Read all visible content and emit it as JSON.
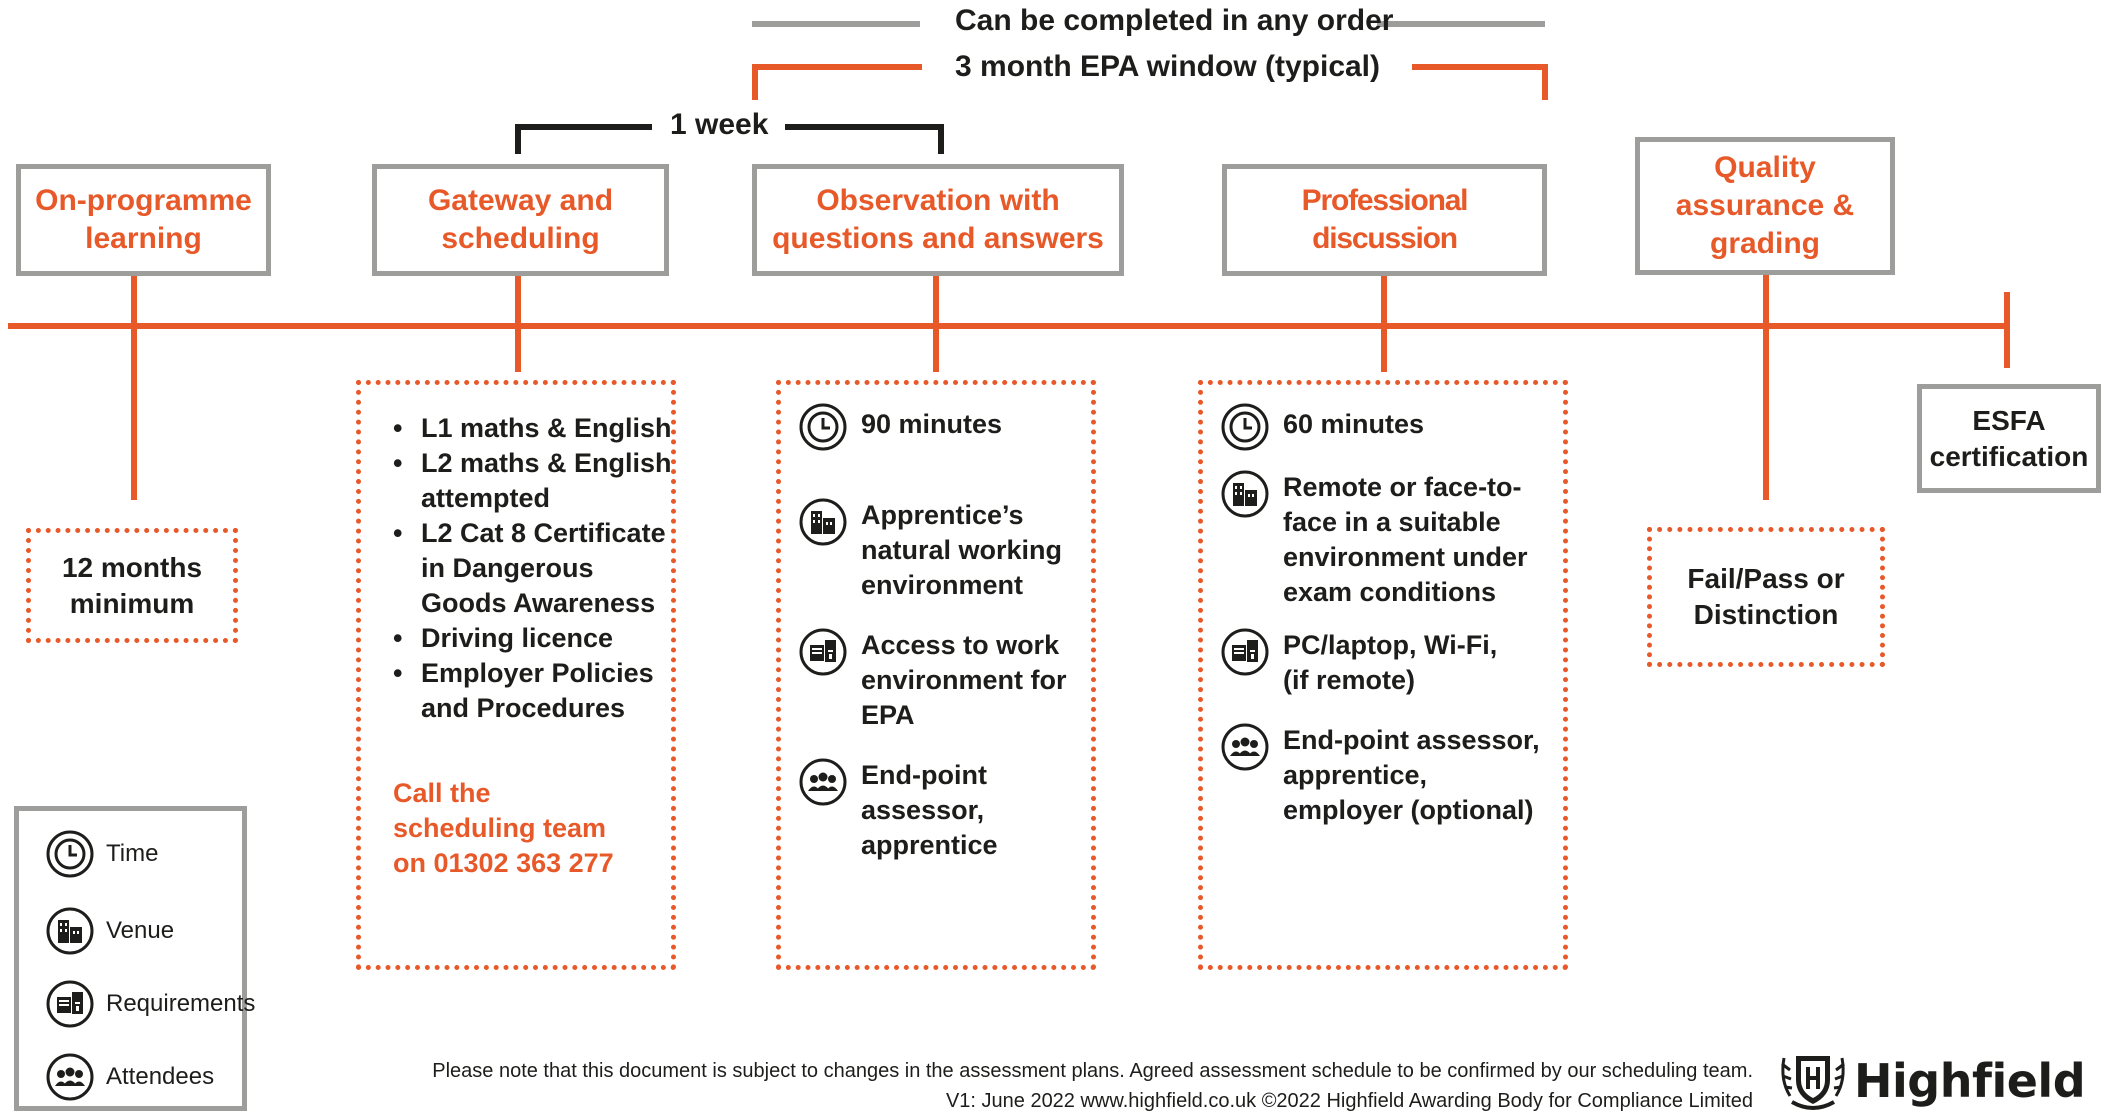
{
  "header": {
    "any_order": "Can be completed in any order",
    "epa_window": "3 month EPA window (typical)",
    "one_week": "1 week"
  },
  "stages": {
    "on_programme": "On-programme learning",
    "gateway": "Gateway and scheduling",
    "observation": "Observation with questions and answers",
    "discussion": "Professional discussion",
    "quality": "Quality assurance & grading",
    "esfa": "ESFA certification"
  },
  "on_programme_note": "12 months minimum",
  "gateway_box": {
    "bullets": [
      "L1 maths & English",
      "L2 maths & English attempted",
      "L2 Cat 8 Certificate in Dangerous Goods Awareness",
      "Driving licence",
      "Employer Policies and Procedures"
    ],
    "call": "Call the scheduling team on 01302 363 277"
  },
  "observation_box": {
    "time": "90 minutes",
    "venue": "Apprentice’s natural working environment",
    "requirements": "Access to work environment for EPA",
    "attendees": "End-point assessor, apprentice"
  },
  "discussion_box": {
    "time": "60 minutes",
    "venue": "Remote or face-to-face in a suitable environment under exam conditions",
    "requirements": "PC/laptop, Wi-Fi, (if remote)",
    "attendees": "End-point assessor, apprentice, employer (optional)"
  },
  "grading_note": "Fail/Pass or Distinction",
  "legend": {
    "time": "Time",
    "venue": "Venue",
    "requirements": "Requirements",
    "attendees": "Attendees"
  },
  "footer": {
    "disclaimer": "Please note that this document is subject to changes in the assessment plans.  Agreed assessment schedule to be confirmed by our scheduling team.",
    "version": "V1: June 2022   www.highfield.co.uk   ©2022 Highfield Awarding Body for Compliance Limited"
  },
  "logo": "Highfield",
  "colors": {
    "accent": "#e8592a",
    "grey": "#9d9d9c",
    "dark": "#1d1d1b"
  },
  "icons": [
    "clock-icon",
    "building-icon",
    "requirements-icon",
    "attendees-icon"
  ]
}
